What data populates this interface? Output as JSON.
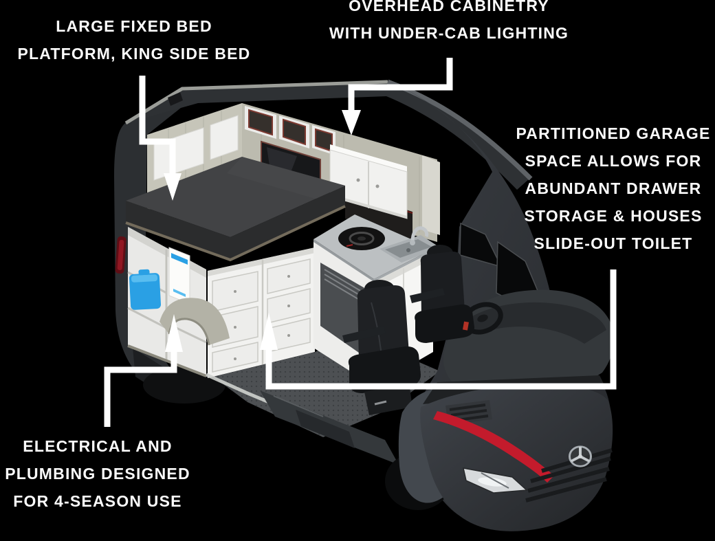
{
  "page": {
    "type": "annotated-van-cutaway-diagram",
    "background_color": "#000000",
    "text_color": "#fbfbfb"
  },
  "labels": {
    "bed": {
      "lines": [
        "LARGE FIXED BED",
        "PLATFORM, KING SIDE BED"
      ]
    },
    "overhead": {
      "lines": [
        "OVERHEAD CABINETRY",
        "WITH UNDER-CAB LIGHTING"
      ]
    },
    "garage": {
      "lines": [
        "PARTITIONED GARAGE",
        "SPACE ALLOWS FOR",
        "ABUNDANT DRAWER",
        "STORAGE & HOUSES",
        "SLIDE-OUT TOILET"
      ]
    },
    "electrical": {
      "lines": [
        "ELECTRICAL AND",
        "PLUMBING DESIGNED",
        "FOR 4-SEASON USE"
      ]
    }
  },
  "colors": {
    "arrow": "#ffffff",
    "accent_red_stripe": "#c31b2c",
    "water_jug_blue": "#2aa0e4",
    "body_charcoal": "#33363a",
    "interior_wall_beige": "#c6c5b9",
    "cabinet_white": "#f2f2f0",
    "bed_mattress": "#424345",
    "taillight_red": "#911722"
  }
}
